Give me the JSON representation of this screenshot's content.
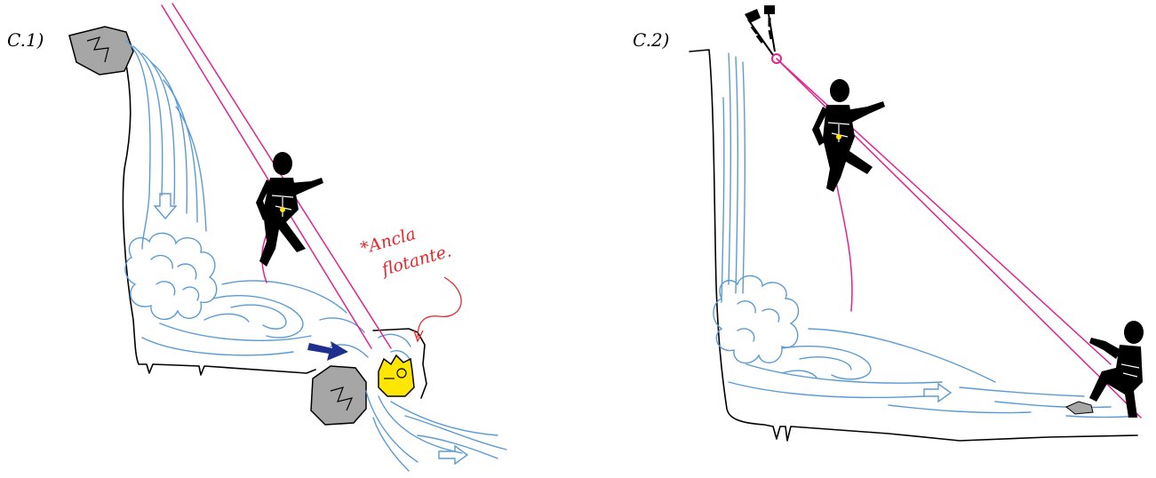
{
  "panels": [
    {
      "label": "C.1)"
    },
    {
      "label": "C.2)"
    }
  ],
  "annotation": {
    "line1": "*Ancla",
    "line2": "flotante."
  },
  "colors": {
    "rope": "#e0248f",
    "water": "#5b9bd5",
    "rock": "#a6a6a6",
    "anchor_float": "#ffe600",
    "arrow": "#1f2f8f",
    "annotation": "#e8272d"
  }
}
